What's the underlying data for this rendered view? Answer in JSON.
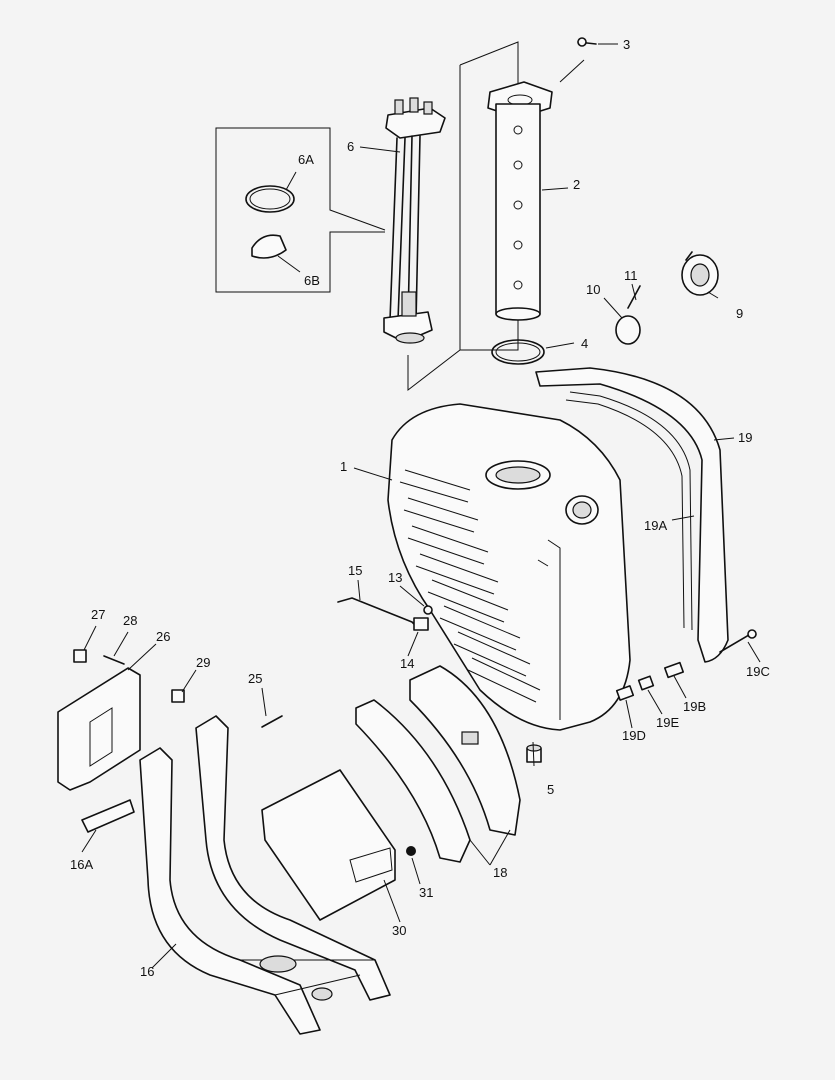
{
  "callouts": {
    "c1": "1",
    "c2": "2",
    "c3": "3",
    "c4": "4",
    "c5": "5",
    "c6": "6",
    "c6A": "6A",
    "c6B": "6B",
    "c9": "9",
    "c10": "10",
    "c11": "11",
    "c13": "13",
    "c14": "14",
    "c15": "15",
    "c16": "16",
    "c16A": "16A",
    "c18": "18",
    "c19": "19",
    "c19A": "19A",
    "c19B": "19B",
    "c19C": "19C",
    "c19D": "19D",
    "c19E": "19E",
    "c25": "25",
    "c26": "26",
    "c27": "27",
    "c28": "28",
    "c29": "29",
    "c30": "30",
    "c31": "31"
  }
}
